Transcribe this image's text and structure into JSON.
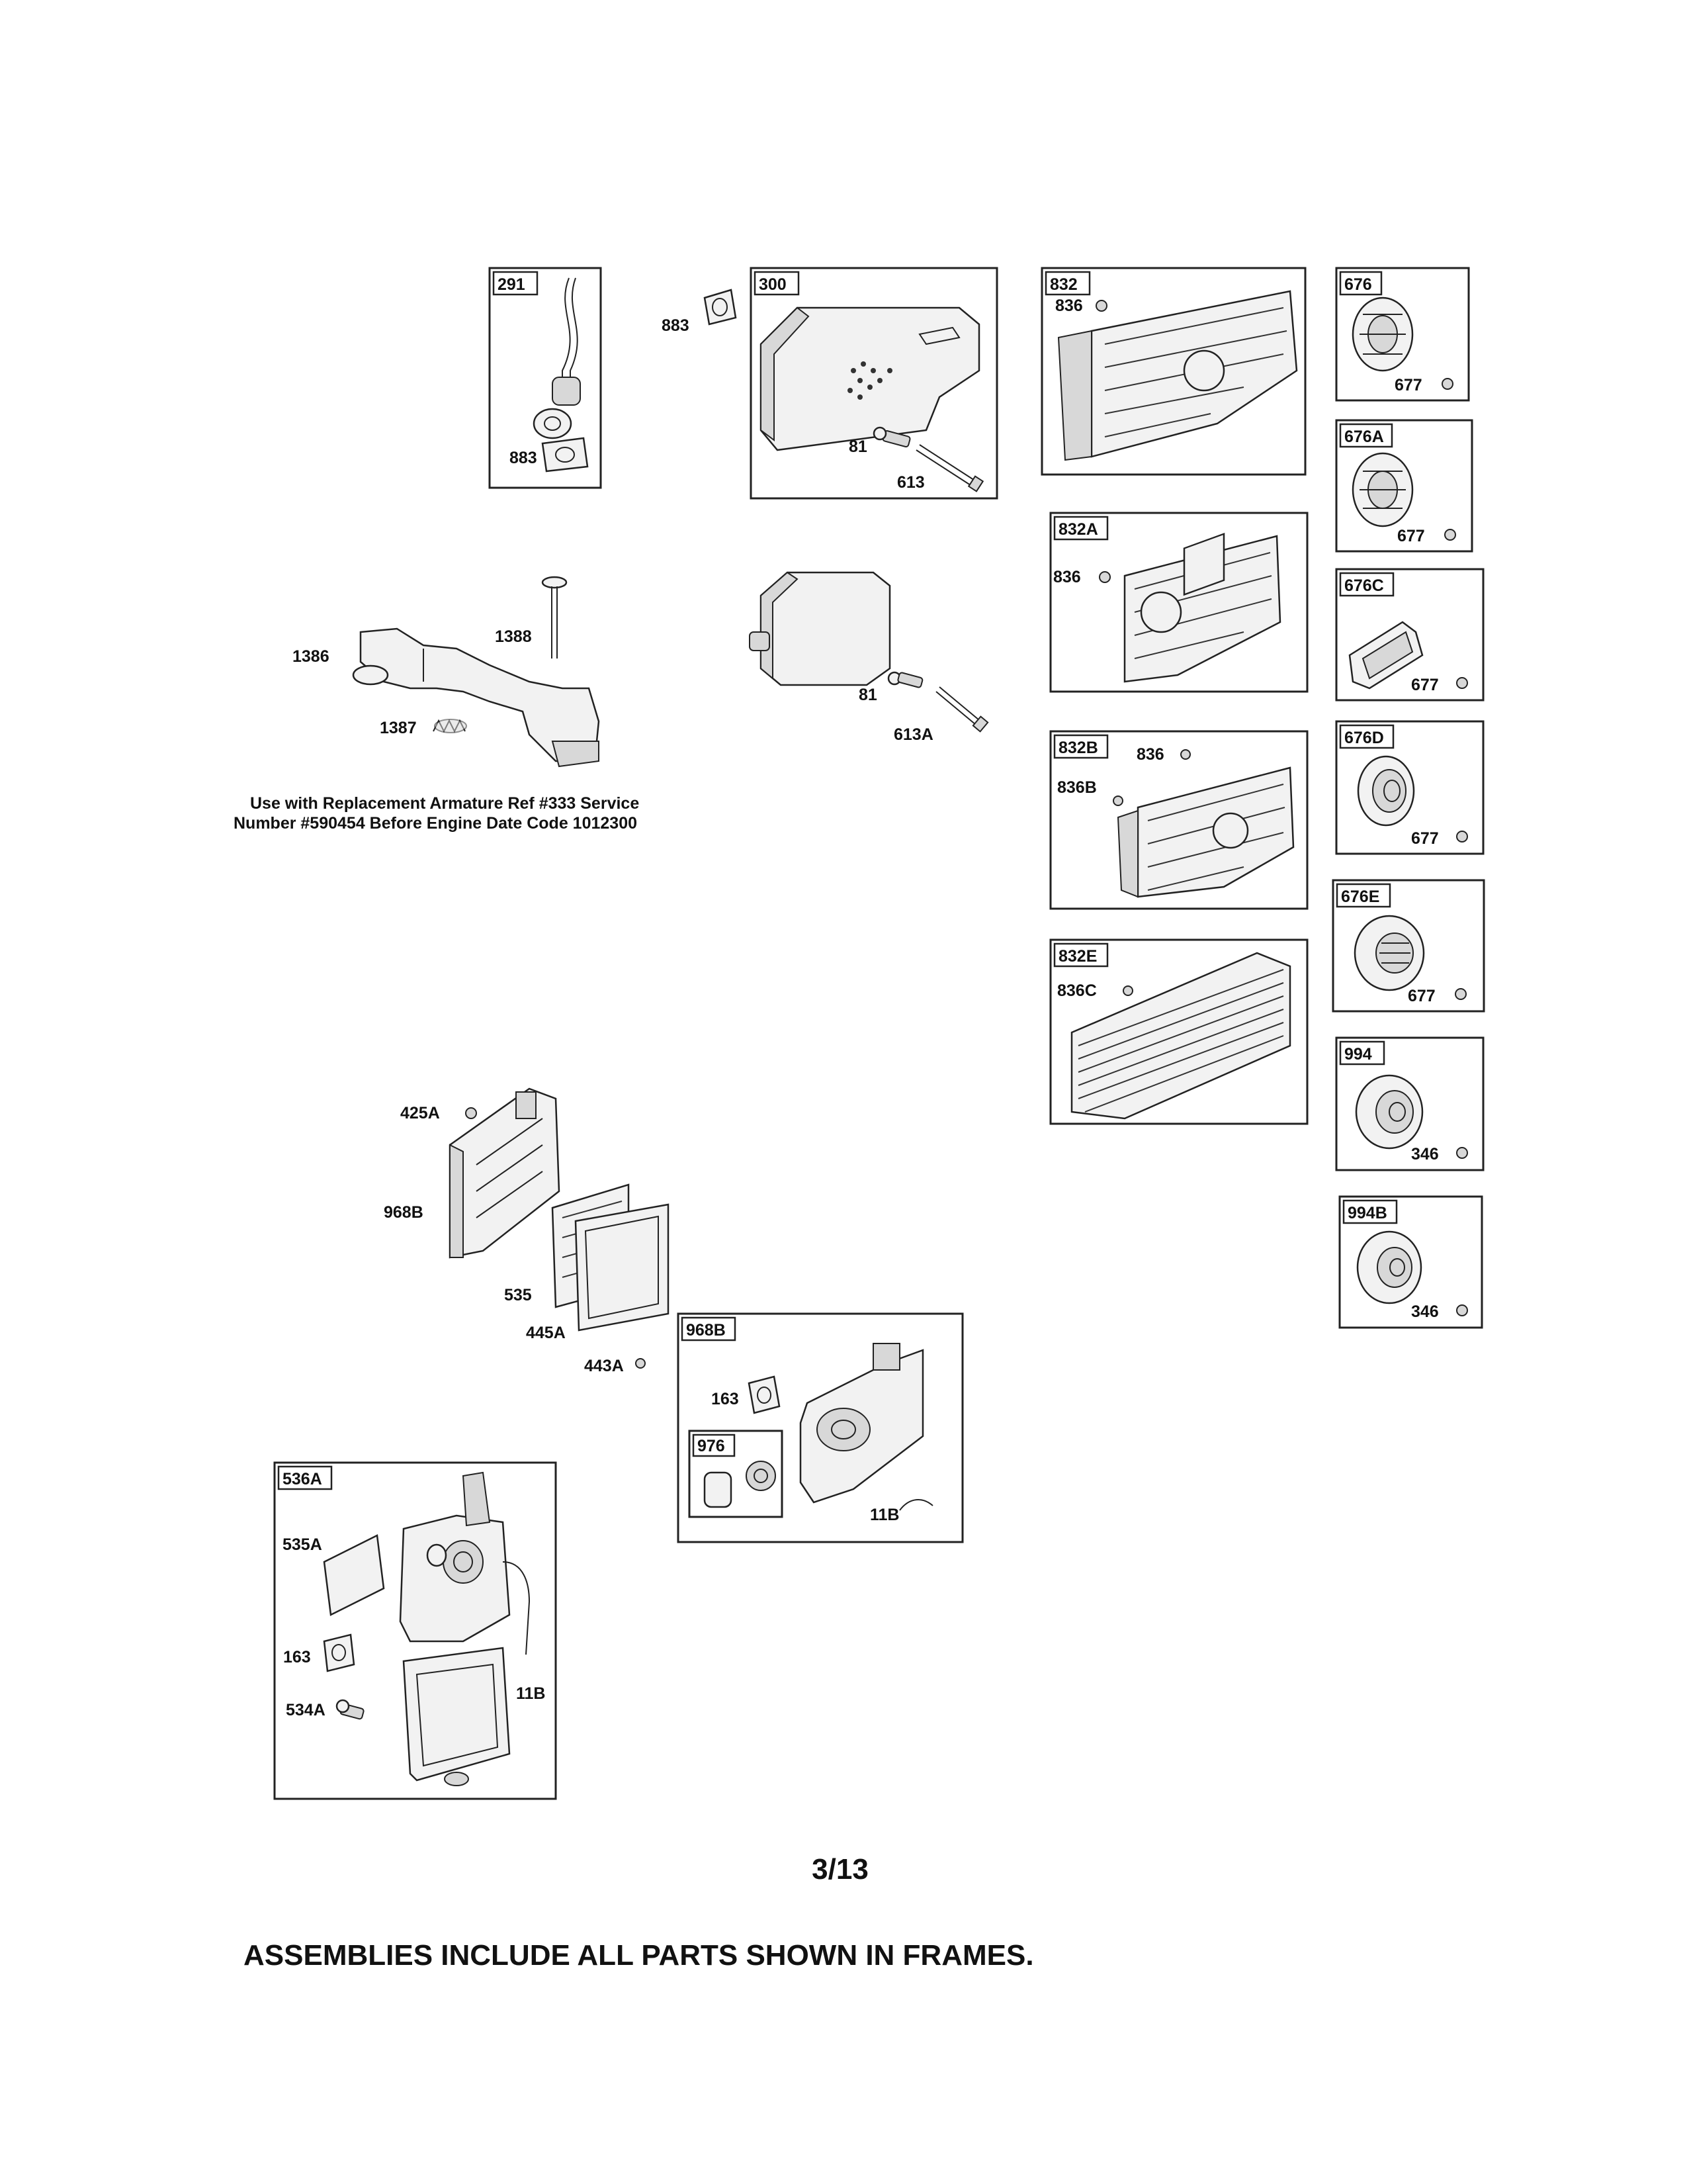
{
  "frames": {
    "f291": "291",
    "f300": "300",
    "f832": "832",
    "f832A": "832A",
    "f832B": "832B",
    "f832E": "832E",
    "f676": "676",
    "f676A": "676A",
    "f676C": "676C",
    "f676D": "676D",
    "f676E": "676E",
    "f994": "994",
    "f994B": "994B",
    "f968B": "968B",
    "f976": "976",
    "f536A": "536A"
  },
  "labels": {
    "l883a": "883",
    "l883b": "883",
    "l81a": "81",
    "l613": "613",
    "l81b": "81",
    "l613A": "613A",
    "l1388": "1388",
    "l1386": "1386",
    "l1387": "1387",
    "l836a": "836",
    "l836b": "836",
    "l836c": "836",
    "l836B": "836B",
    "l836C": "836C",
    "l677a": "677",
    "l677b": "677",
    "l677c": "677",
    "l677d": "677",
    "l677e": "677",
    "l346a": "346",
    "l346b": "346",
    "l425A": "425A",
    "l968B": "968B",
    "l535": "535",
    "l445A": "445A",
    "l443A": "443A",
    "l163a": "163",
    "l11Ba": "11B",
    "l535A": "535A",
    "l163b": "163",
    "l534A": "534A",
    "l11Bb": "11B"
  },
  "note": {
    "line1": "Use with Replacement Armature Ref #333 Service",
    "line2": "Number #590454 Before Engine Date Code 1012300"
  },
  "page_number": "3/13",
  "footer": "ASSEMBLIES INCLUDE ALL PARTS SHOWN IN FRAMES."
}
